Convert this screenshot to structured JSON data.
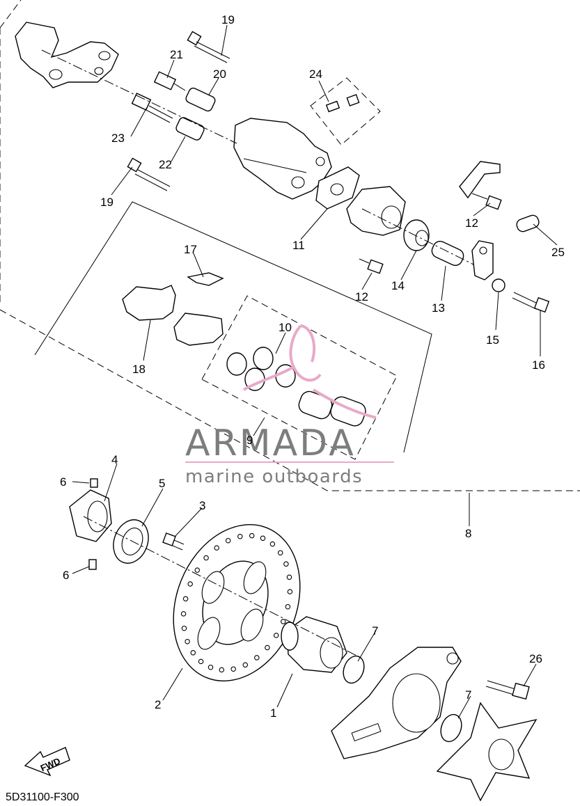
{
  "diagram_code": "5D31100-F300",
  "watermark": {
    "brand": "ARMADA",
    "tagline": "marine outboards",
    "accent_color": "#e9a9c9",
    "text_color": "#7d7d7d"
  },
  "direction_label": "FWD",
  "callouts": [
    {
      "id": "19a",
      "label": "19"
    },
    {
      "id": "21",
      "label": "21"
    },
    {
      "id": "20",
      "label": "20"
    },
    {
      "id": "23",
      "label": "23"
    },
    {
      "id": "22",
      "label": "22"
    },
    {
      "id": "19b",
      "label": "19"
    },
    {
      "id": "24",
      "label": "24"
    },
    {
      "id": "11",
      "label": "11"
    },
    {
      "id": "12a",
      "label": "12"
    },
    {
      "id": "12b",
      "label": "12"
    },
    {
      "id": "25",
      "label": "25"
    },
    {
      "id": "17",
      "label": "17"
    },
    {
      "id": "14",
      "label": "14"
    },
    {
      "id": "13",
      "label": "13"
    },
    {
      "id": "15",
      "label": "15"
    },
    {
      "id": "16",
      "label": "16"
    },
    {
      "id": "10",
      "label": "10"
    },
    {
      "id": "18",
      "label": "18"
    },
    {
      "id": "9",
      "label": "9"
    },
    {
      "id": "8",
      "label": "8"
    },
    {
      "id": "4",
      "label": "4"
    },
    {
      "id": "6a",
      "label": "6"
    },
    {
      "id": "5",
      "label": "5"
    },
    {
      "id": "3",
      "label": "3"
    },
    {
      "id": "6b",
      "label": "6"
    },
    {
      "id": "7a",
      "label": "7"
    },
    {
      "id": "26",
      "label": "26"
    },
    {
      "id": "7b",
      "label": "7"
    },
    {
      "id": "2",
      "label": "2"
    },
    {
      "id": "1",
      "label": "1"
    }
  ]
}
